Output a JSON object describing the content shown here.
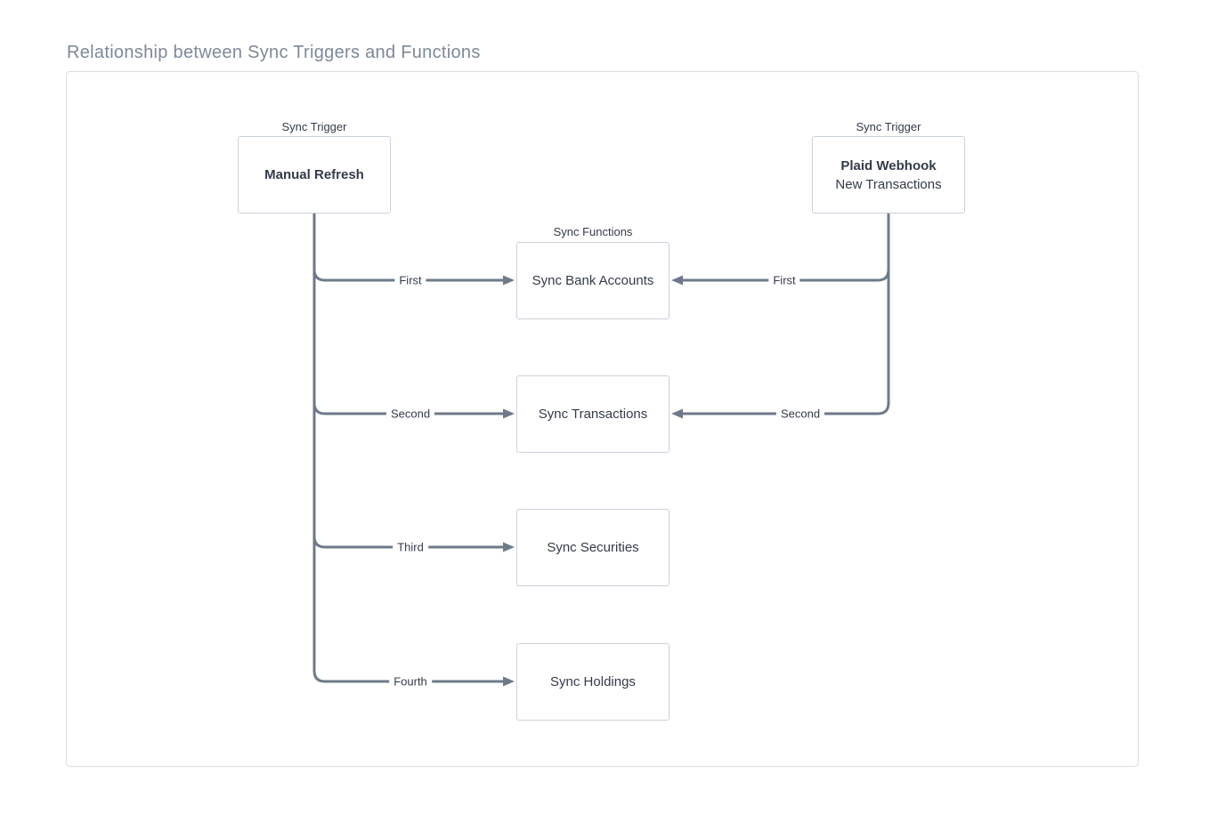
{
  "title": "Relationship between Sync Triggers and Functions",
  "diagram": {
    "triggers": [
      {
        "group_label": "Sync Trigger",
        "title": "Manual Refresh",
        "subtitle": ""
      },
      {
        "group_label": "Sync Trigger",
        "title": "Plaid Webhook",
        "subtitle": "New Transactions"
      }
    ],
    "functions_group_label": "Sync Functions",
    "functions": [
      {
        "name": "Sync Bank Accounts"
      },
      {
        "name": "Sync Transactions"
      },
      {
        "name": "Sync Securities"
      },
      {
        "name": "Sync Holdings"
      }
    ],
    "edges_manual_refresh": [
      {
        "label": "First",
        "target": "Sync Bank Accounts"
      },
      {
        "label": "Second",
        "target": "Sync Transactions"
      },
      {
        "label": "Third",
        "target": "Sync Securities"
      },
      {
        "label": "Fourth",
        "target": "Sync Holdings"
      }
    ],
    "edges_plaid_webhook": [
      {
        "label": "First",
        "target": "Sync Bank Accounts"
      },
      {
        "label": "Second",
        "target": "Sync Transactions"
      }
    ],
    "colors": {
      "connector": "#6e7a89",
      "box_border": "#c9d1da",
      "node_text": "#333b49",
      "title_text": "#7d8999",
      "canvas_border": "#d8dee6",
      "background": "#ffffff"
    }
  }
}
